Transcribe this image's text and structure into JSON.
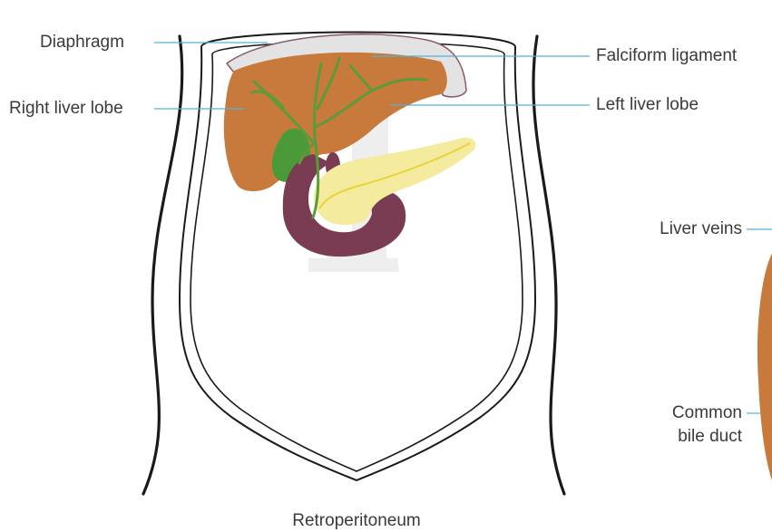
{
  "labels": {
    "diaphragm": "Diaphragm",
    "right_liver_lobe": "Right liver lobe",
    "falciform_ligament": "Falciform ligament",
    "left_liver_lobe": "Left liver lobe",
    "liver_veins": "Liver veins",
    "common_bile_duct_line1": "Common",
    "common_bile_duct_line2": "bile duct",
    "retroperitoneum": "Retroperitoneum"
  },
  "colors": {
    "leader_line": "#4fb3d9",
    "outline": "#1a1a1a",
    "liver": "#c87a3c",
    "gallbladder": "#4b9a3a",
    "bile_ducts": "#5c9a3a",
    "duodenum": "#7a3c52",
    "pancreas": "#f4eb9e",
    "pancreatic_duct": "#e8d43a",
    "spine": "#eeeeee",
    "diaphragm_fill": "#e3e3e3",
    "diaphragm_edge": "#8a5a6a",
    "text": "#3a3a3a"
  }
}
